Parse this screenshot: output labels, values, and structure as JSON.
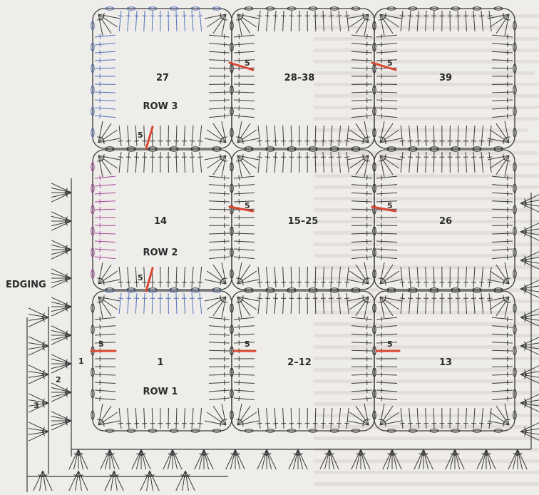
{
  "diagram": {
    "edging_label": "EDGING",
    "rows": [
      {
        "label": "ROW 3",
        "squares": [
          "27",
          "28–38",
          "39"
        ]
      },
      {
        "label": "ROW 2",
        "squares": [
          "14",
          "15–25",
          "26"
        ]
      },
      {
        "label": "ROW 1",
        "squares": [
          "1",
          "2–12",
          "13"
        ]
      }
    ],
    "join_marker": "5",
    "edging_steps": [
      "1",
      "2",
      "3"
    ],
    "colors": {
      "background": "#efedea",
      "page_text_tint": "#e2dfdb",
      "stitch": "#3a3a3a",
      "row_two_highlight": "#a8479a",
      "row_three_highlight": "#5472b8",
      "join_marker": "#d8452f"
    }
  }
}
